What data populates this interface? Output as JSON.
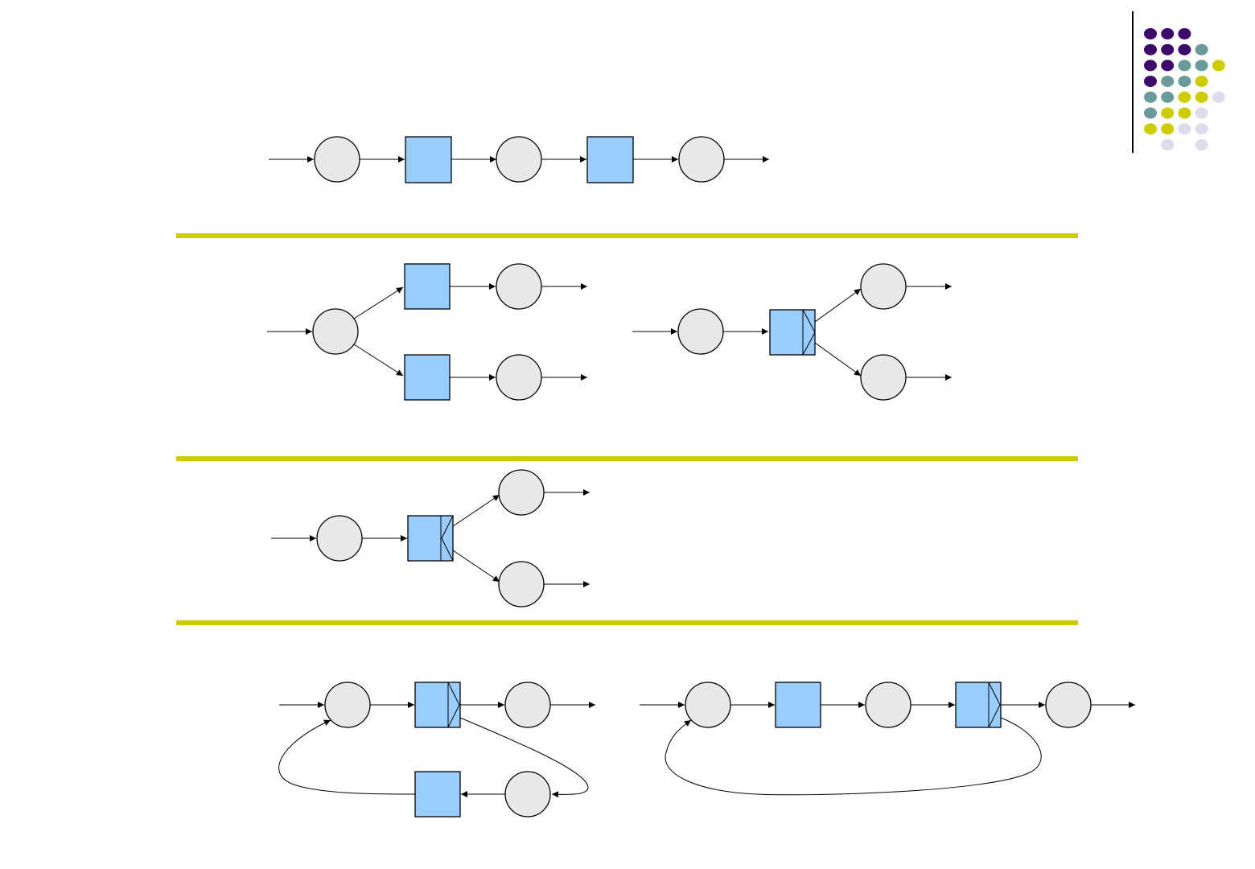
{
  "colors": {
    "place_fill": "#e8e8e8",
    "transition_fill": "#99ccff",
    "separator": "#cccc00",
    "decor_dots": [
      "#3d0a6b",
      "#6a9a9a",
      "#cccc00",
      "#dcdcec"
    ]
  },
  "decor": {
    "dot_grid": [
      [
        0,
        0,
        0
      ],
      [
        0,
        0,
        0,
        1
      ],
      [
        0,
        0,
        1,
        1,
        2
      ],
      [
        0,
        1,
        1,
        2
      ],
      [
        1,
        1,
        2,
        2,
        3
      ],
      [
        1,
        2,
        2,
        3
      ],
      [
        2,
        2,
        3,
        3
      ],
      [
        -1,
        3,
        -1,
        3
      ]
    ]
  },
  "diagrams": [
    {
      "id": "sequence",
      "description_visible": ""
    },
    {
      "id": "conflict",
      "description_visible": ""
    },
    {
      "id": "fork",
      "description_visible": ""
    },
    {
      "id": "loop-short",
      "description_visible": ""
    },
    {
      "id": "loop-long",
      "description_visible": ""
    }
  ]
}
